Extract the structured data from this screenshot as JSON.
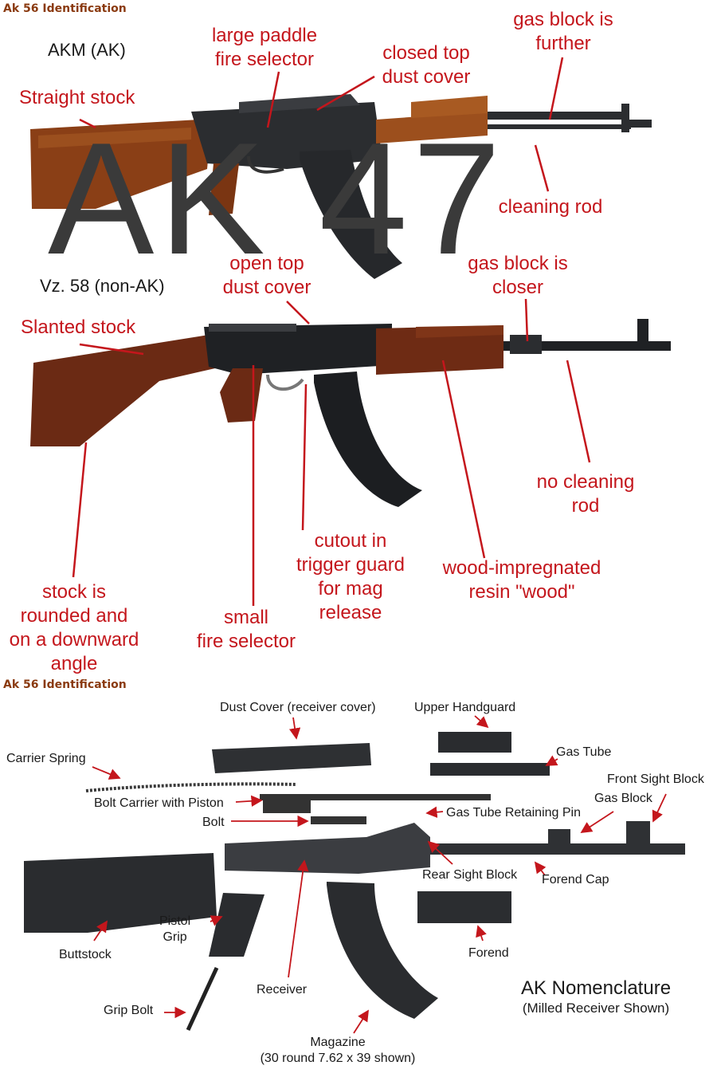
{
  "top_section": {
    "header": "Ak 56 Identification",
    "akm_title": "AKM (AK)",
    "vz_title": "Vz. 58 (non-AK)",
    "watermark": "AK 47",
    "akm_callouts": {
      "straight_stock": "Straight stock",
      "fire_selector": [
        "large paddle",
        "fire selector"
      ],
      "dust_cover": [
        "closed top",
        "dust cover"
      ],
      "gas_block": [
        "gas block is",
        "further"
      ],
      "cleaning_rod": "cleaning rod"
    },
    "vz_callouts": {
      "slanted_stock": "Slanted stock",
      "dust_cover": [
        "open top",
        "dust cover"
      ],
      "gas_block": [
        "gas block is",
        "closer"
      ],
      "no_cleaning_rod": [
        "no cleaning",
        "rod"
      ],
      "resin_wood": [
        "wood-impregnated",
        "resin \"wood\""
      ],
      "trigger_guard": [
        "cutout in",
        "trigger guard",
        "for mag",
        "release"
      ],
      "small_selector": [
        "small",
        "fire selector"
      ],
      "stock_angle": [
        "stock is",
        "rounded and",
        "on a downward",
        "angle"
      ]
    }
  },
  "bottom_section": {
    "header": "Ak 56 Identification",
    "title": "AK Nomenclature",
    "subtitle": "(Milled Receiver Shown)",
    "parts": {
      "dust_cover": "Dust Cover (receiver cover)",
      "upper_handguard": "Upper Handguard",
      "carrier_spring": "Carrier Spring",
      "gas_tube": "Gas Tube",
      "front_sight_block": "Front Sight Block",
      "gas_block": "Gas Block",
      "bolt_carrier": "Bolt Carrier with Piston",
      "bolt": "Bolt",
      "gas_tube_pin": "Gas Tube Retaining Pin",
      "rear_sight_block": "Rear Sight Block",
      "forend_cap": "Forend Cap",
      "pistol_grip": [
        "Pistol",
        "Grip"
      ],
      "buttstock": "Buttstock",
      "forend": "Forend",
      "receiver": "Receiver",
      "grip_bolt": "Grip Bolt",
      "magazine": [
        "Magazine",
        "(30 round 7.62 x 39 shown)"
      ]
    }
  },
  "colors": {
    "callout": "#c4161c",
    "wood": "#8a3f16",
    "metal": "#2b2d30",
    "header": "#8a3a10"
  }
}
